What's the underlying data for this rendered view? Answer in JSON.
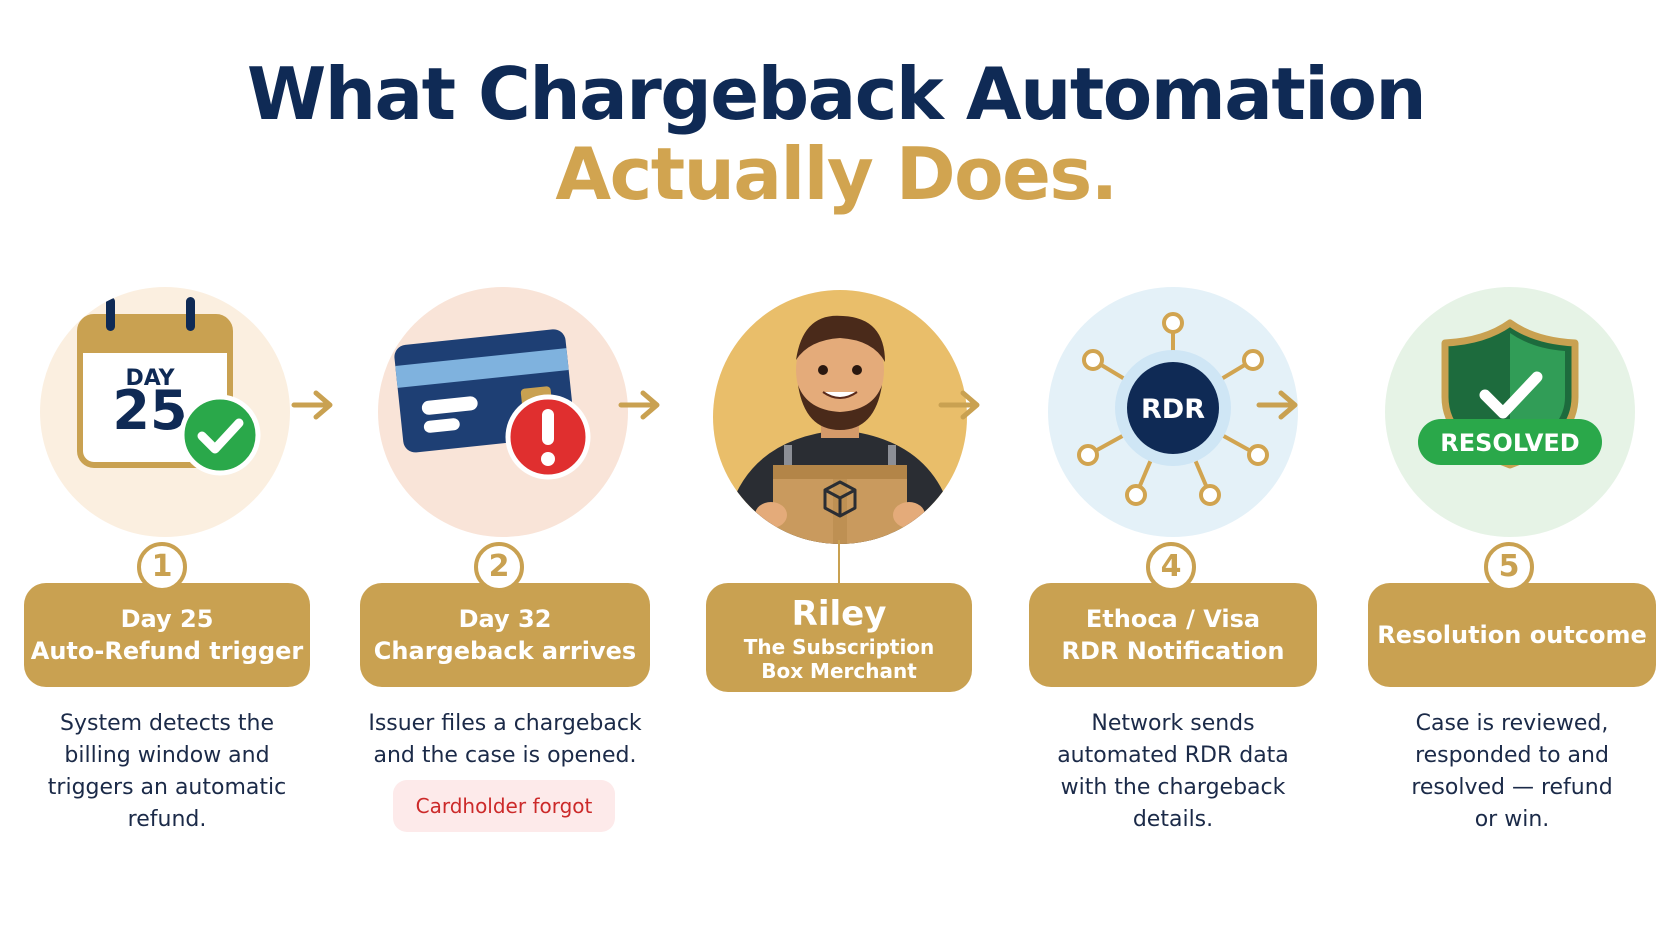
{
  "title": {
    "line1": "What Chargeback Automation",
    "line2": "Actually Does."
  },
  "colors": {
    "navy": "#0f2a55",
    "gold": "#c9a151",
    "green": "#2aa84a",
    "red": "#e02f2f"
  },
  "steps": [
    {
      "number": "1",
      "icon": "calendar-check-icon",
      "icon_text": [
        "DAY",
        "25"
      ],
      "label_line1": "Day 25",
      "label_line2": "Auto-Refund trigger",
      "description_lines": [
        "System detects the",
        "billing window and",
        "triggers an automatic",
        "refund."
      ]
    },
    {
      "number": "2",
      "icon": "credit-card-alert-icon",
      "label_line1": "Day 32",
      "label_line2": "Chargeback arrives",
      "description_lines": [
        "Issuer files a chargeback",
        "and the case is opened."
      ],
      "badge": "Cardholder forgot"
    },
    {
      "icon": "merchant-avatar-icon",
      "label_line1": "Riley",
      "label_line2": "The Subscription",
      "label_line3": "Box Merchant"
    },
    {
      "number": "4",
      "icon": "network-hub-icon",
      "icon_text": "RDR",
      "label_line1": "Ethoca / Visa",
      "label_line2": "RDR Notification",
      "description_lines": [
        "Network sends",
        "automated RDR data",
        "with the chargeback",
        "details."
      ]
    },
    {
      "number": "5",
      "icon": "shield-check-icon",
      "icon_text": "RESOLVED",
      "label_line1": "Resolution outcome",
      "description_lines": [
        "Case is reviewed,",
        "responded to and",
        "resolved — refund",
        "or win."
      ]
    }
  ]
}
